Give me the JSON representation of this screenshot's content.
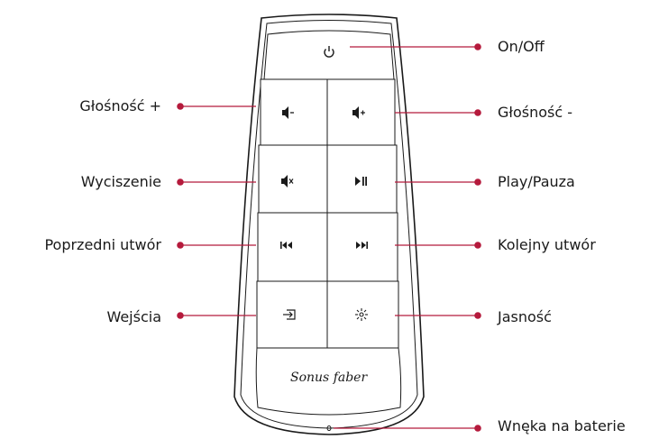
{
  "brand_logo_text": "Sonus faber",
  "accent_color": "#b51a3c",
  "outline_color": "#1a1a1a",
  "buttons": [
    {
      "id": "power",
      "icon": "power-icon"
    },
    {
      "id": "volume-down",
      "icon": "volume-minus-icon"
    },
    {
      "id": "volume-up",
      "icon": "volume-plus-icon"
    },
    {
      "id": "mute",
      "icon": "mute-icon"
    },
    {
      "id": "play-pause",
      "icon": "play-pause-icon"
    },
    {
      "id": "previous",
      "icon": "previous-track-icon"
    },
    {
      "id": "next",
      "icon": "next-track-icon"
    },
    {
      "id": "input",
      "icon": "input-icon"
    },
    {
      "id": "brightness",
      "icon": "brightness-icon"
    },
    {
      "id": "battery",
      "icon": "battery-compartment-icon"
    }
  ],
  "callouts": {
    "left": [
      {
        "label": "Głośność +"
      },
      {
        "label": "Wyciszenie"
      },
      {
        "label": "Poprzedni utwór"
      },
      {
        "label": "Wejścia"
      }
    ],
    "right": [
      {
        "label": "On/Off"
      },
      {
        "label": "Głośność -"
      },
      {
        "label": "Play/Pauza"
      },
      {
        "label": "Kolejny utwór"
      },
      {
        "label": "Jasność"
      },
      {
        "label": "Wnęka na baterie"
      }
    ]
  }
}
